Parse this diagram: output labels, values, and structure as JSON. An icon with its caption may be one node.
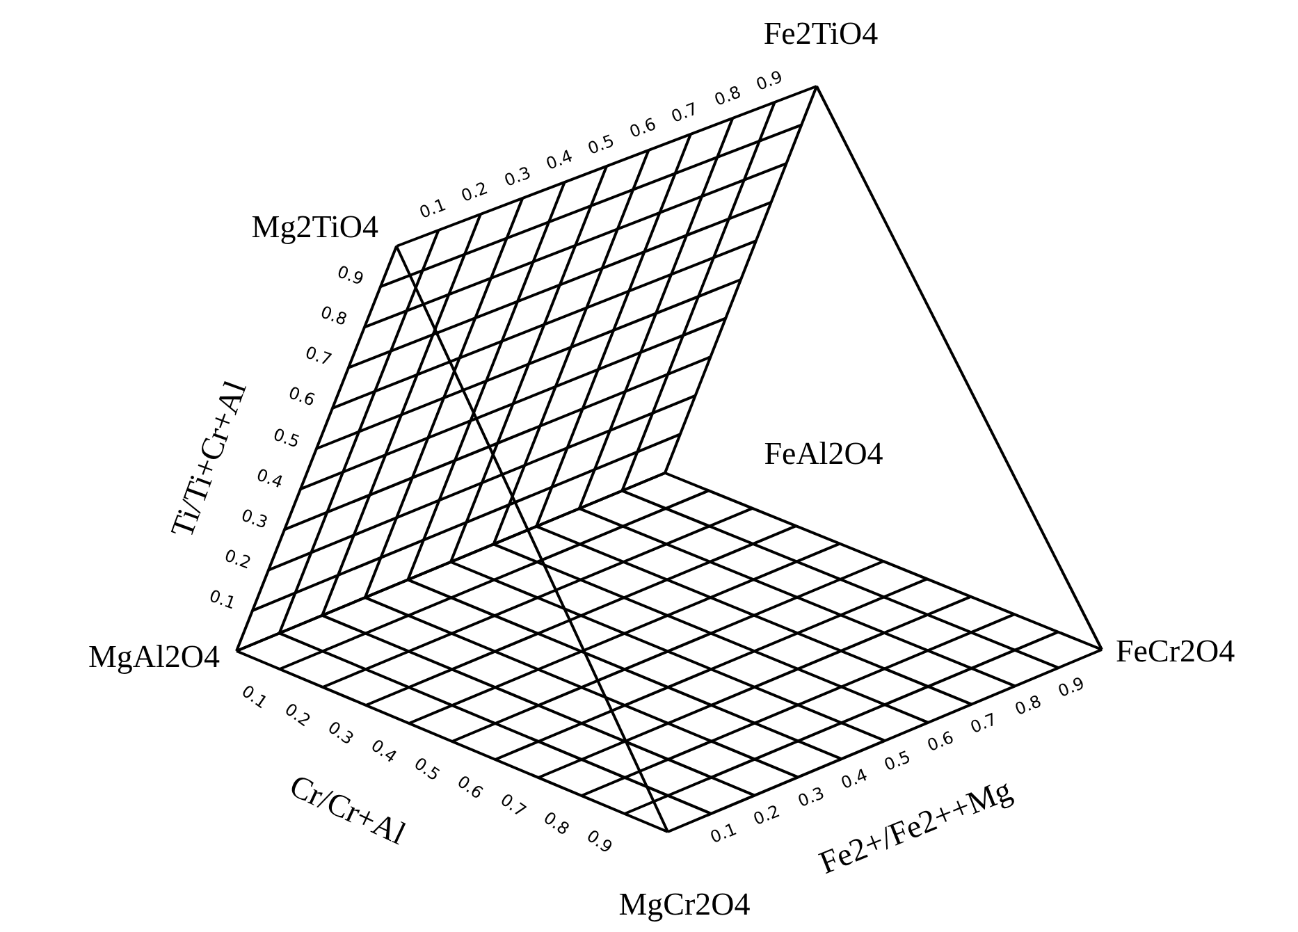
{
  "diagram": {
    "labels": [
      "Fe2TiO4",
      "0.1",
      "0.2",
      "0.3",
      "0.4",
      "0.5",
      "0.6",
      "0.7",
      "0.8",
      "0.9",
      "Mg2TiO4",
      "0.9",
      "0.8",
      "0.7",
      "0.6",
      "0.5",
      "0.4",
      "0.3",
      "0.2",
      "0.1",
      "Ti/Ti+Cr+Al",
      "FeAl2O4",
      "MgAl2O4",
      "FeCr2O4",
      "0.1",
      "0.2",
      "0.3",
      "0.4",
      "0.5",
      "0.6",
      "0.7",
      "0.8",
      "0.9",
      "Cr/Cr+Al",
      "0.1",
      "0.2",
      "0.3",
      "0.4",
      "0.5",
      "0.6",
      "0.7",
      "0.8",
      "0.9",
      "Fe2+/Fe2++Mg",
      "MgCr2O4"
    ]
  }
}
